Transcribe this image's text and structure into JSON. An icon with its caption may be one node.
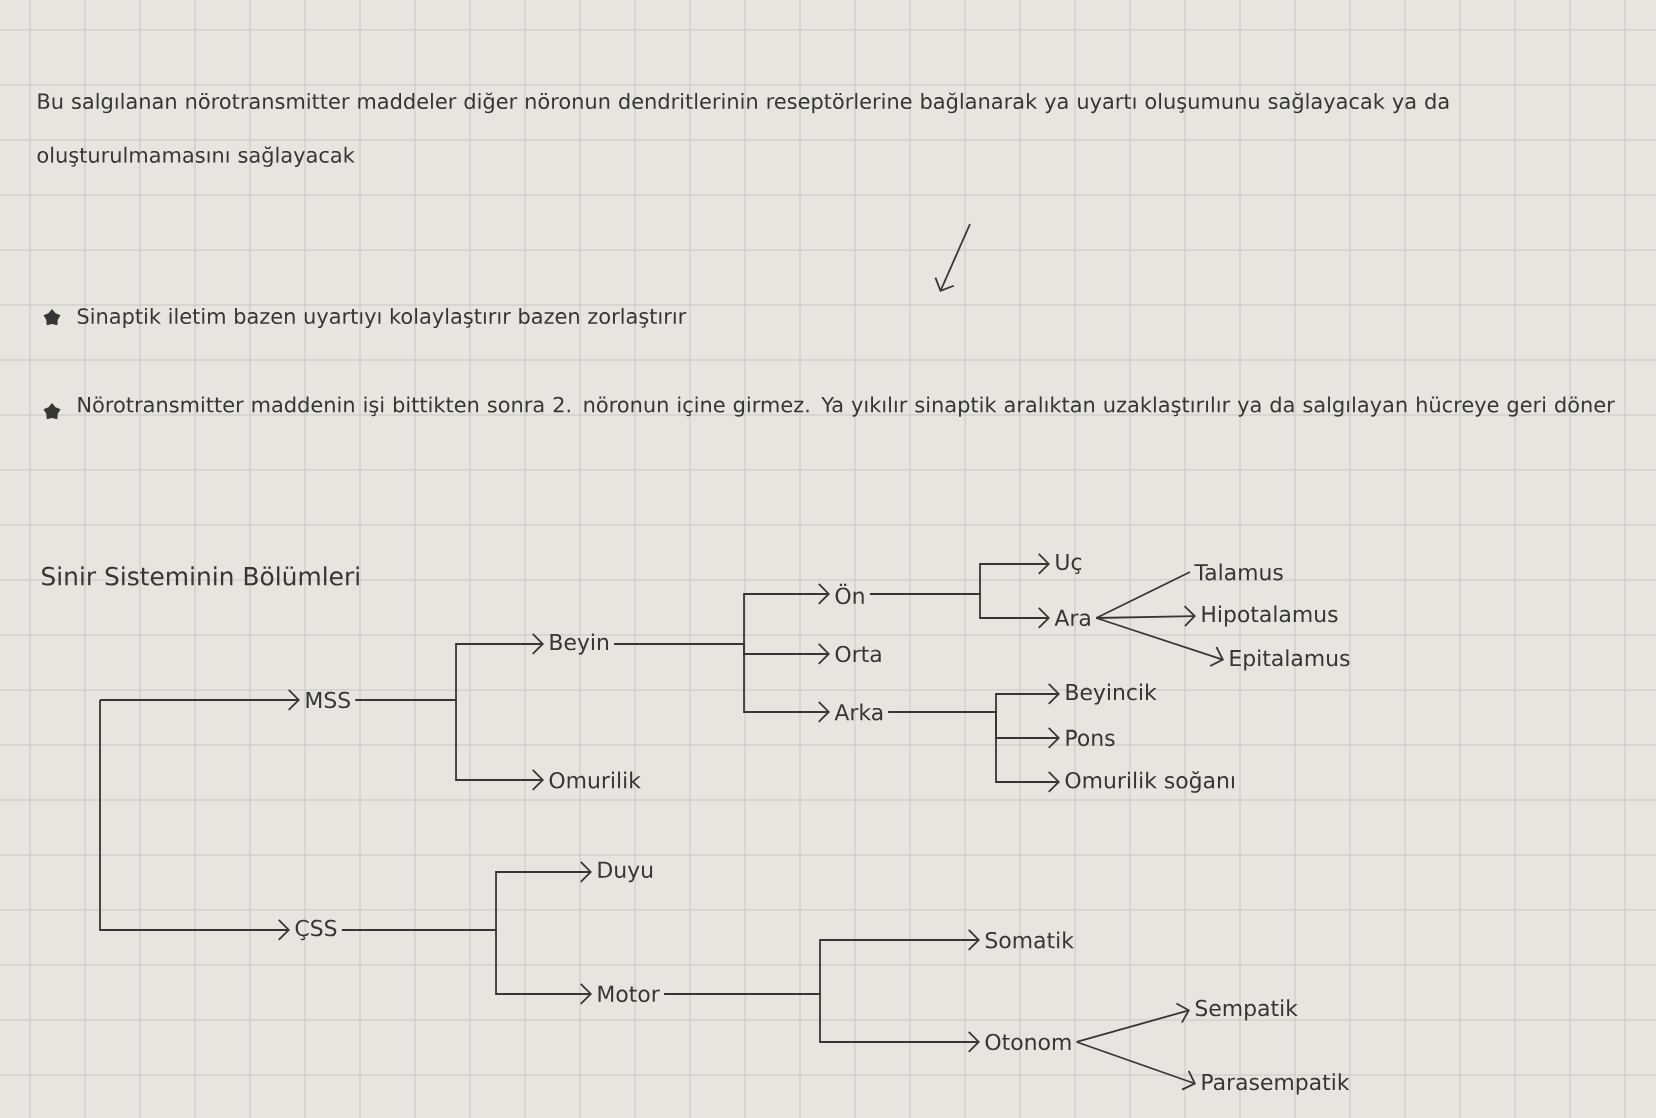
{
  "diagram": {
    "title": "Sinir Sisteminin Bölümleri",
    "nodes": [
      {
        "text": [
          "MSS"
        ]
      },
      {
        "text": [
          "Beyin"
        ]
      },
      {
        "text": [
          "Omurilik"
        ]
      },
      {
        "text": [
          "Ön"
        ]
      },
      {
        "text": [
          "Orta"
        ]
      },
      {
        "text": [
          "Arka"
        ]
      },
      {
        "text": [
          "Uç"
        ]
      },
      {
        "text": [
          "Ara"
        ]
      },
      {
        "text": [
          "Talamus"
        ]
      },
      {
        "text": [
          "Hipotalamus"
        ]
      },
      {
        "text": [
          "Epitalamus"
        ]
      },
      {
        "text": [
          "Beyincik"
        ]
      },
      {
        "text": [
          "Pons"
        ]
      },
      {
        "text": [
          "Omurilik soğanı"
        ]
      },
      {
        "text": [
          "ÇSS"
        ]
      },
      {
        "text": [
          "Duyu"
        ]
      },
      {
        "text": [
          "Motor"
        ]
      },
      {
        "text": [
          "Somatik"
        ]
      },
      {
        "text": [
          "Otonom"
        ]
      },
      {
        "text": [
          "Sempatik"
        ]
      },
      {
        "text": [
          "Parasempatik"
        ]
      }
    ],
    "edges": [
      {
        "from": null,
        "to": 0,
        "arrow": "to"
      },
      {
        "from": null,
        "to": 14,
        "arrow": "to"
      },
      {
        "from": 0,
        "to": 1,
        "arrow": "to"
      },
      {
        "from": 0,
        "to": 2,
        "arrow": "to"
      },
      {
        "from": 1,
        "to": 3,
        "arrow": "to"
      },
      {
        "from": 1,
        "to": 4,
        "arrow": "to"
      },
      {
        "from": 1,
        "to": 5,
        "arrow": "to"
      },
      {
        "from": 3,
        "to": 6,
        "arrow": "to"
      },
      {
        "from": 3,
        "to": 7,
        "arrow": "to"
      },
      {
        "from": 7,
        "to": 8,
        "arrow": "none"
      },
      {
        "from": 7,
        "to": 9,
        "arrow": "to"
      },
      {
        "from": 7,
        "to": 10,
        "arrow": "to"
      },
      {
        "from": 5,
        "to": 11,
        "arrow": "to"
      },
      {
        "from": 5,
        "to": 12,
        "arrow": "to"
      },
      {
        "from": 5,
        "to": 13,
        "arrow": "to"
      },
      {
        "from": 14,
        "to": 15,
        "arrow": "to"
      },
      {
        "from": 14,
        "to": 16,
        "arrow": "to"
      },
      {
        "from": 16,
        "to": 17,
        "arrow": "to"
      },
      {
        "from": 16,
        "to": 18,
        "arrow": "to"
      },
      {
        "from": 18,
        "to": 19,
        "arrow": "to"
      },
      {
        "from": 18,
        "to": 20,
        "arrow": "to"
      }
    ],
    "labels": [
      "Bu salgılanan nörotransmitter maddeler diğer nöronun dendritlerinin reseptörlerine bağlanarak ya uyartı oluşumunu sağlayacak ya da oluşturulmamasını sağlayacak",
      "Sinaptik iletim bazen uyartıyı kolaylaştırır bazen zorlaştırır",
      "Nörotransmitter maddenin işi bittikten sonra 2. nöronun içine girmez. Ya yıkılır sinaptik aralıktan uzaklaştırılır ya da salgılayan hücreye geri döner"
    ]
  }
}
